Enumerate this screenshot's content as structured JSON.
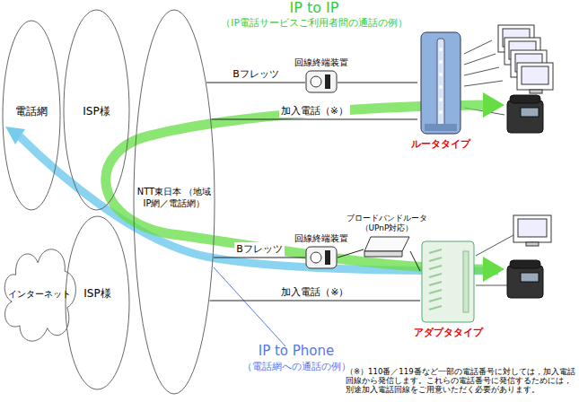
{
  "diagram": {
    "nodes": [
      {
        "text": [
          "電話網"
        ]
      },
      {
        "text": [
          "ISP様"
        ]
      },
      {
        "text": [
          "NTT東日本 （地域IP網／電話網）"
        ]
      },
      {
        "text": [
          "インターネット"
        ]
      },
      {
        "text": [
          "ISP様"
        ]
      },
      {
        "text": [
          "回線終端装置"
        ]
      },
      {
        "text": [
          "ルータタイプ"
        ]
      },
      {
        "text": [
          "回線終端装置"
        ]
      },
      {
        "text": [
          "ブロードバンドルータ （UPnP対応）"
        ]
      },
      {
        "text": [
          "アダプタタイプ"
        ]
      }
    ],
    "edges": [
      {
        "from": 2,
        "to": 5,
        "arrow": "none",
        "label": "Bフレッツ"
      },
      {
        "from": 5,
        "to": 6,
        "arrow": "none"
      },
      {
        "from": 2,
        "to": 6,
        "arrow": "none",
        "label": "加入電話（※）"
      },
      {
        "from": 2,
        "to": 7,
        "arrow": "none",
        "label": "Bフレッツ"
      },
      {
        "from": 7,
        "to": 8,
        "arrow": "none"
      },
      {
        "from": 8,
        "to": 9,
        "arrow": "none"
      },
      {
        "from": 2,
        "to": 9,
        "arrow": "none",
        "label": "加入電話（※）"
      }
    ],
    "labels": [
      "IP to IP",
      "（IP電話サービスご利用者間の通話の例）",
      "IP to Phone",
      "（電話網への通話の例）",
      "（※）110番／119番など一部の電話番号に対しては，加入電話回線から発信します。これらの電話番号に発信するためには，別途加入電話回線をご用意いただく必要があります。"
    ]
  }
}
